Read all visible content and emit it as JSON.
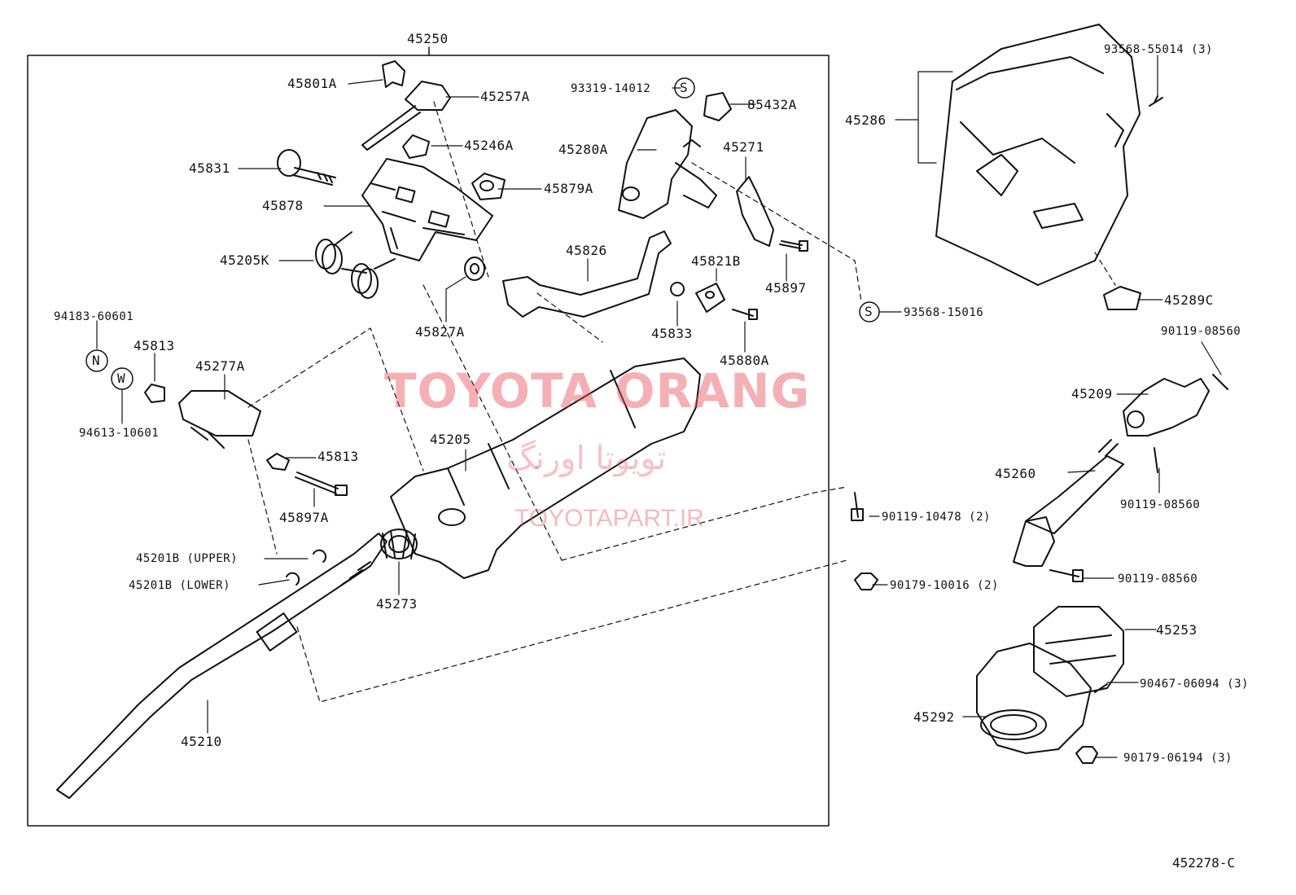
{
  "diagram": {
    "assembly_label": "45250",
    "reference_code": "452278-C",
    "watermark": {
      "brand": "TOYOTA ORANG",
      "persian": "تویوتا اورنگ",
      "url": "TOYOTAPART.IR"
    },
    "symbols": {
      "s": "S",
      "n": "N",
      "w": "W"
    },
    "labels": {
      "l45801a": "45801A",
      "l45257a": "45257A",
      "l45246a": "45246A",
      "l45831": "45831",
      "l45878": "45878",
      "l45879a": "45879A",
      "l45205k": "45205K",
      "l45827a": "45827A",
      "l45826": "45826",
      "l93319": "93319-14012",
      "l85432a": "85432A",
      "l45280a": "45280A",
      "l45271": "45271",
      "l45821b": "45821B",
      "l45833": "45833",
      "l45897": "45897",
      "l45880a": "45880A",
      "l94183": "94183-60601",
      "l94613": "94613-10601",
      "l45813a": "45813",
      "l45813b": "45813",
      "l45277a": "45277A",
      "l45897a": "45897A",
      "l45205": "45205",
      "l45201b_upper": "45201B (UPPER)",
      "l45201b_lower": "45201B (LOWER)",
      "l45273": "45273",
      "l45210": "45210",
      "l45286": "45286",
      "l93568_55014": "93568-55014 (3)",
      "l45289c": "45289C",
      "l93568_15016": "93568-15016",
      "l90119_08560_a": "90119-08560",
      "l45209": "45209",
      "l45260": "45260",
      "l90119_08560_b": "90119-08560",
      "l90119_10478": "90119-10478 (2)",
      "l90179_10016": "90179-10016 (2)",
      "l90119_08560_c": "90119-08560",
      "l45253": "45253",
      "l90467": "90467-06094 (3)",
      "l45292": "45292",
      "l90179_06194": "90179-06194 (3)"
    }
  }
}
